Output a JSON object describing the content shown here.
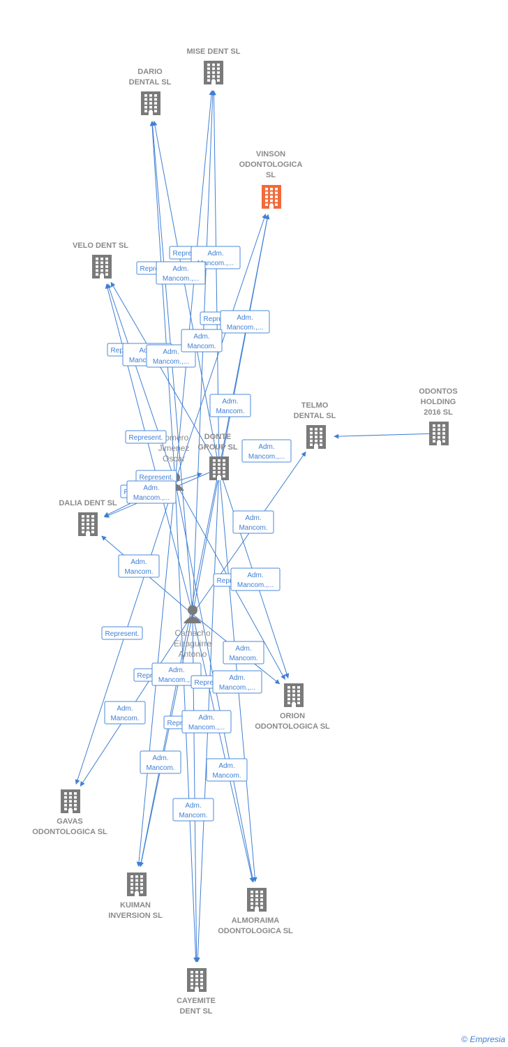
{
  "colors": {
    "building": "#7a7a7a",
    "focus": "#f26a3a",
    "person": "#7a7a7a",
    "edge": "#3f7fd4"
  },
  "nodes": [
    {
      "id": "mise",
      "type": "company",
      "lines": [
        "MISE DENT SL"
      ]
    },
    {
      "id": "dario",
      "type": "company",
      "lines": [
        "DARIO",
        "DENTAL SL"
      ]
    },
    {
      "id": "vinson",
      "type": "company",
      "focus": true,
      "lines": [
        "VINSON",
        "ODONTOLOGICA",
        "SL"
      ]
    },
    {
      "id": "velo",
      "type": "company",
      "lines": [
        "VELO DENT SL"
      ]
    },
    {
      "id": "telmo",
      "type": "company",
      "lines": [
        "TELMO",
        "DENTAL SL"
      ]
    },
    {
      "id": "odontos",
      "type": "company",
      "lines": [
        "ODONTOS",
        "HOLDING",
        "2016  SL"
      ]
    },
    {
      "id": "donte",
      "type": "company",
      "lines": [
        "DONTE",
        "GROUP SL"
      ]
    },
    {
      "id": "romero",
      "type": "person",
      "lines": [
        "Romero",
        "Jimenez",
        "Oscar"
      ]
    },
    {
      "id": "dalia",
      "type": "company",
      "lines": [
        "DALIA DENT SL"
      ]
    },
    {
      "id": "camacho",
      "type": "person",
      "lines": [
        "Camacho",
        "Eizaguirre",
        "Antonio"
      ]
    },
    {
      "id": "orion",
      "type": "company",
      "lines": [
        "ORION",
        "ODONTOLOGICA SL"
      ]
    },
    {
      "id": "gavas",
      "type": "company",
      "lines": [
        "GAVAS",
        "ODONTOLOGICA SL"
      ]
    },
    {
      "id": "kuiman",
      "type": "company",
      "lines": [
        "KUIMAN",
        "INVERSION SL"
      ]
    },
    {
      "id": "almoraima",
      "type": "company",
      "lines": [
        "ALMORAIMA",
        "ODONTOLOGICA SL"
      ]
    },
    {
      "id": "cayemite",
      "type": "company",
      "lines": [
        "CAYEMITE",
        "DENT SL"
      ]
    }
  ],
  "edges": [
    {
      "from": "camacho",
      "to": "mise"
    },
    {
      "from": "camacho",
      "to": "dario"
    },
    {
      "from": "camacho",
      "to": "vinson"
    },
    {
      "from": "camacho",
      "to": "velo"
    },
    {
      "from": "camacho",
      "to": "telmo"
    },
    {
      "from": "camacho",
      "to": "orion"
    },
    {
      "from": "camacho",
      "to": "dalia"
    },
    {
      "from": "camacho",
      "to": "gavas"
    },
    {
      "from": "camacho",
      "to": "kuiman"
    },
    {
      "from": "camacho",
      "to": "almoraima"
    },
    {
      "from": "camacho",
      "to": "cayemite"
    },
    {
      "from": "romero",
      "to": "mise"
    },
    {
      "from": "romero",
      "to": "dario"
    },
    {
      "from": "romero",
      "to": "vinson"
    },
    {
      "from": "romero",
      "to": "velo"
    },
    {
      "from": "romero",
      "to": "dalia"
    },
    {
      "from": "romero",
      "to": "orion"
    },
    {
      "from": "romero",
      "to": "gavas"
    },
    {
      "from": "romero",
      "to": "kuiman"
    },
    {
      "from": "romero",
      "to": "almoraima"
    },
    {
      "from": "romero",
      "to": "cayemite"
    },
    {
      "from": "romero",
      "to": "donte"
    },
    {
      "from": "donte",
      "to": "mise"
    },
    {
      "from": "donte",
      "to": "dario"
    },
    {
      "from": "donte",
      "to": "vinson"
    },
    {
      "from": "donte",
      "to": "velo"
    },
    {
      "from": "donte",
      "to": "dalia"
    },
    {
      "from": "donte",
      "to": "orion"
    },
    {
      "from": "donte",
      "to": "kuiman"
    },
    {
      "from": "donte",
      "to": "almoraima"
    },
    {
      "from": "donte",
      "to": "cayemite"
    },
    {
      "from": "odontos",
      "to": "telmo"
    }
  ],
  "edge_labels": [
    {
      "lines": [
        "Represent."
      ]
    },
    {
      "lines": [
        "Adm.",
        "Mancom.,..."
      ]
    },
    {
      "lines": [
        "Represent."
      ]
    },
    {
      "lines": [
        "Adm.",
        "Mancom.,..."
      ]
    },
    {
      "lines": [
        "Represent."
      ]
    },
    {
      "lines": [
        "Adm.",
        "Mancom.,..."
      ]
    },
    {
      "lines": [
        "Represent."
      ]
    },
    {
      "lines": [
        "Adm.",
        "Mancom.,..."
      ]
    },
    {
      "lines": [
        "Adm.",
        "Mancom.,..."
      ]
    },
    {
      "lines": [
        "Adm.",
        "Mancom."
      ]
    },
    {
      "lines": [
        "Adm.",
        "Mancom."
      ]
    },
    {
      "lines": [
        "Represent."
      ]
    },
    {
      "lines": [
        "Represent."
      ]
    },
    {
      "lines": [
        "Adm.",
        "Mancom.,..."
      ]
    },
    {
      "lines": [
        "Represent."
      ]
    },
    {
      "lines": [
        "Adm.",
        "Mancom.,..."
      ]
    },
    {
      "lines": [
        "Adm.",
        "Mancom."
      ]
    },
    {
      "lines": [
        "Adm.",
        "Mancom."
      ]
    },
    {
      "lines": [
        "Represent."
      ]
    },
    {
      "lines": [
        "Adm.",
        "Mancom.,..."
      ]
    },
    {
      "lines": [
        "Represent."
      ]
    },
    {
      "lines": [
        "Adm.",
        "Mancom."
      ]
    },
    {
      "lines": [
        "Represent."
      ]
    },
    {
      "lines": [
        "Adm.",
        "Mancom.,..."
      ]
    },
    {
      "lines": [
        "Represent."
      ]
    },
    {
      "lines": [
        "Adm.",
        "Mancom.,..."
      ]
    },
    {
      "lines": [
        "Adm.",
        "Mancom."
      ]
    },
    {
      "lines": [
        "Represent."
      ]
    },
    {
      "lines": [
        "Adm.",
        "Mancom.,..."
      ]
    },
    {
      "lines": [
        "Adm.",
        "Mancom."
      ]
    },
    {
      "lines": [
        "Adm.",
        "Mancom."
      ]
    },
    {
      "lines": [
        "Adm.",
        "Mancom."
      ]
    }
  ],
  "copyright": {
    "symbol": "©",
    "brand": "Empresia"
  }
}
